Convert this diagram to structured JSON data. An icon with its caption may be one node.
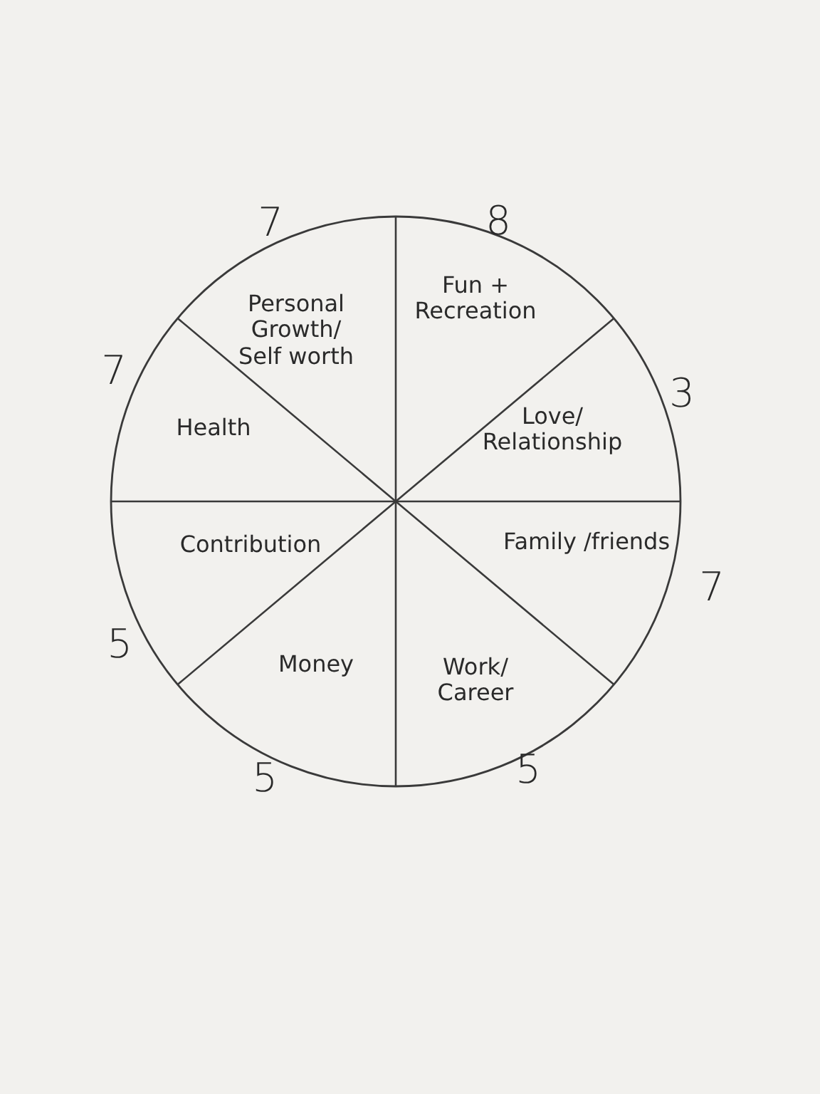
{
  "diagram": {
    "nodes": [
      {
        "text": [
          "Personal Growth/ Self worth"
        ],
        "beside": [
          "7"
        ]
      },
      {
        "text": [
          "Fun + Recreation"
        ],
        "beside": [
          "8"
        ]
      },
      {
        "text": [
          "Love/ Relationship"
        ],
        "beside": [
          "3"
        ]
      },
      {
        "text": [
          "Family /friends"
        ],
        "beside": [
          "7"
        ]
      },
      {
        "text": [
          "Work/ Career"
        ],
        "beside": [
          "5"
        ]
      },
      {
        "text": [
          "Money"
        ],
        "beside": [
          "5"
        ]
      },
      {
        "text": [
          "Contribution"
        ],
        "beside": [
          "5"
        ]
      },
      {
        "text": [
          "Health"
        ],
        "beside": [
          "7"
        ]
      }
    ]
  }
}
